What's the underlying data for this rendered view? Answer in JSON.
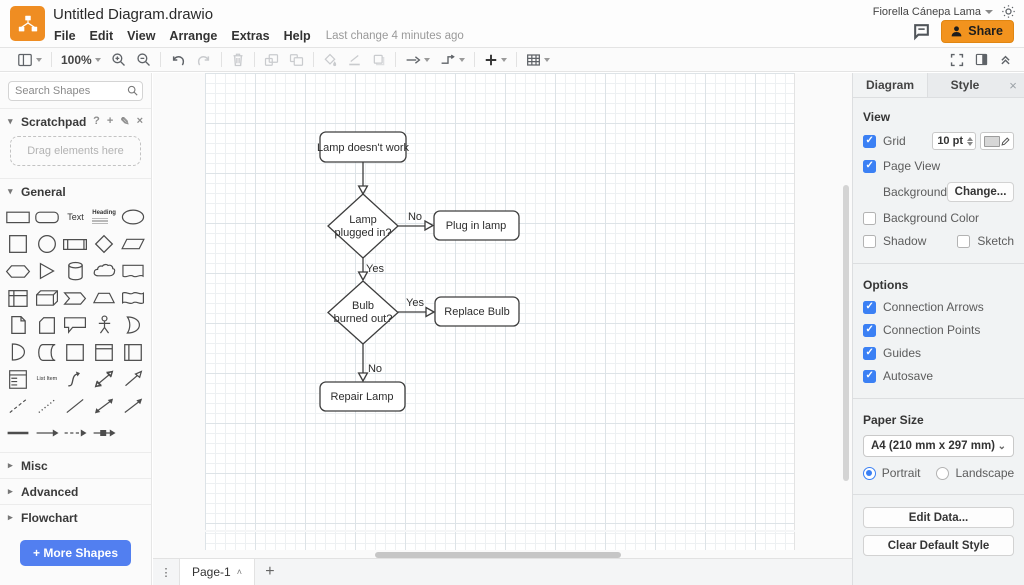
{
  "header": {
    "title": "Untitled Diagram.drawio",
    "menus": [
      "File",
      "Edit",
      "View",
      "Arrange",
      "Extras",
      "Help"
    ],
    "last_change": "Last change 4 minutes ago",
    "user_name": "Fiorella Cánepa Lama",
    "share_label": "Share"
  },
  "toolbar": {
    "zoom_level": "100%"
  },
  "sidebar": {
    "search_placeholder": "Search Shapes",
    "scratchpad_label": "Scratchpad",
    "scratchpad_icons": {
      "help": "?",
      "add": "+",
      "edit": "✎",
      "close": "×"
    },
    "drag_hint": "Drag elements here",
    "general_label": "General",
    "misc_label": "Misc",
    "advanced_label": "Advanced",
    "flowchart_label": "Flowchart",
    "more_shapes_label": "+ More Shapes",
    "palette_text": {
      "text": "Text",
      "heading": "Heading",
      "list_item": "List Item"
    }
  },
  "canvas": {
    "nodes": {
      "start": "Lamp doesn't work",
      "q1_line1": "Lamp",
      "q1_line2": "plugged in?",
      "action1": "Plug in lamp",
      "q2_line1": "Bulb",
      "q2_line2": "burned out?",
      "action2": "Replace Bulb",
      "end": "Repair Lamp"
    },
    "edge_labels": {
      "no1": "No",
      "yes1": "Yes",
      "yes2": "Yes",
      "no2": "No"
    }
  },
  "panel": {
    "tabs": {
      "diagram": "Diagram",
      "style": "Style"
    },
    "close": "×",
    "view": {
      "heading": "View",
      "grid": "Grid",
      "grid_size": "10 pt",
      "page_view": "Page View",
      "background": "Background",
      "change": "Change...",
      "background_color": "Background Color",
      "shadow": "Shadow",
      "sketch": "Sketch"
    },
    "options": {
      "heading": "Options",
      "items": [
        "Connection Arrows",
        "Connection Points",
        "Guides",
        "Autosave"
      ]
    },
    "paper": {
      "heading": "Paper Size",
      "value": "A4 (210 mm x 297 mm)",
      "chevron": "⌄",
      "portrait": "Portrait",
      "landscape": "Landscape"
    },
    "buttons": {
      "edit_data": "Edit Data...",
      "clear_default": "Clear Default Style"
    }
  },
  "footer": {
    "page_tab": "Page-1",
    "caret": "˄",
    "menu_dots": "⋮",
    "add": "+"
  },
  "colors": {
    "brand_orange": "#ef8d22",
    "share_orange": "#f2931e",
    "accent_blue": "#3b80f4",
    "more_shapes_blue": "#527ff0",
    "panel_gray": "#f1f3f4"
  }
}
